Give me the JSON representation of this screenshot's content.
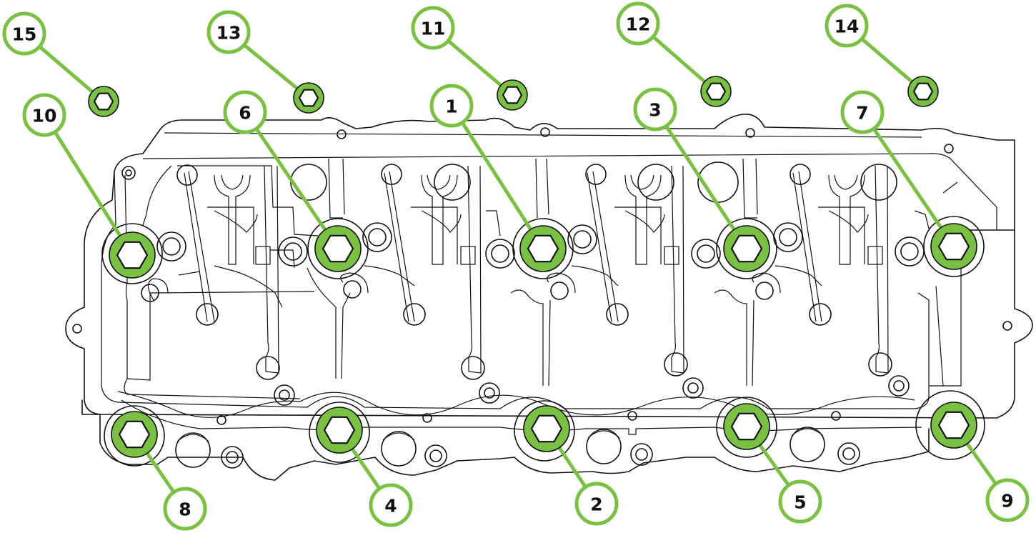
{
  "colors": {
    "accent": "#7ac143",
    "outline": "#111111",
    "background": "#ffffff"
  },
  "bolts": [
    {
      "label": "1",
      "size": "large",
      "icon": "hex-bolt-icon"
    },
    {
      "label": "2",
      "size": "large",
      "icon": "hex-bolt-icon"
    },
    {
      "label": "3",
      "size": "large",
      "icon": "hex-bolt-icon"
    },
    {
      "label": "4",
      "size": "large",
      "icon": "hex-bolt-icon"
    },
    {
      "label": "5",
      "size": "large",
      "icon": "hex-bolt-icon"
    },
    {
      "label": "6",
      "size": "large",
      "icon": "hex-bolt-icon"
    },
    {
      "label": "7",
      "size": "large",
      "icon": "hex-bolt-icon"
    },
    {
      "label": "8",
      "size": "large",
      "icon": "hex-bolt-icon"
    },
    {
      "label": "9",
      "size": "large",
      "icon": "hex-bolt-icon"
    },
    {
      "label": "10",
      "size": "large",
      "icon": "hex-bolt-icon"
    },
    {
      "label": "11",
      "size": "small",
      "icon": "hex-bolt-icon"
    },
    {
      "label": "12",
      "size": "small",
      "icon": "hex-bolt-icon"
    },
    {
      "label": "13",
      "size": "small",
      "icon": "hex-bolt-icon"
    },
    {
      "label": "14",
      "size": "small",
      "icon": "hex-bolt-icon"
    },
    {
      "label": "15",
      "size": "small",
      "icon": "hex-bolt-icon"
    }
  ]
}
